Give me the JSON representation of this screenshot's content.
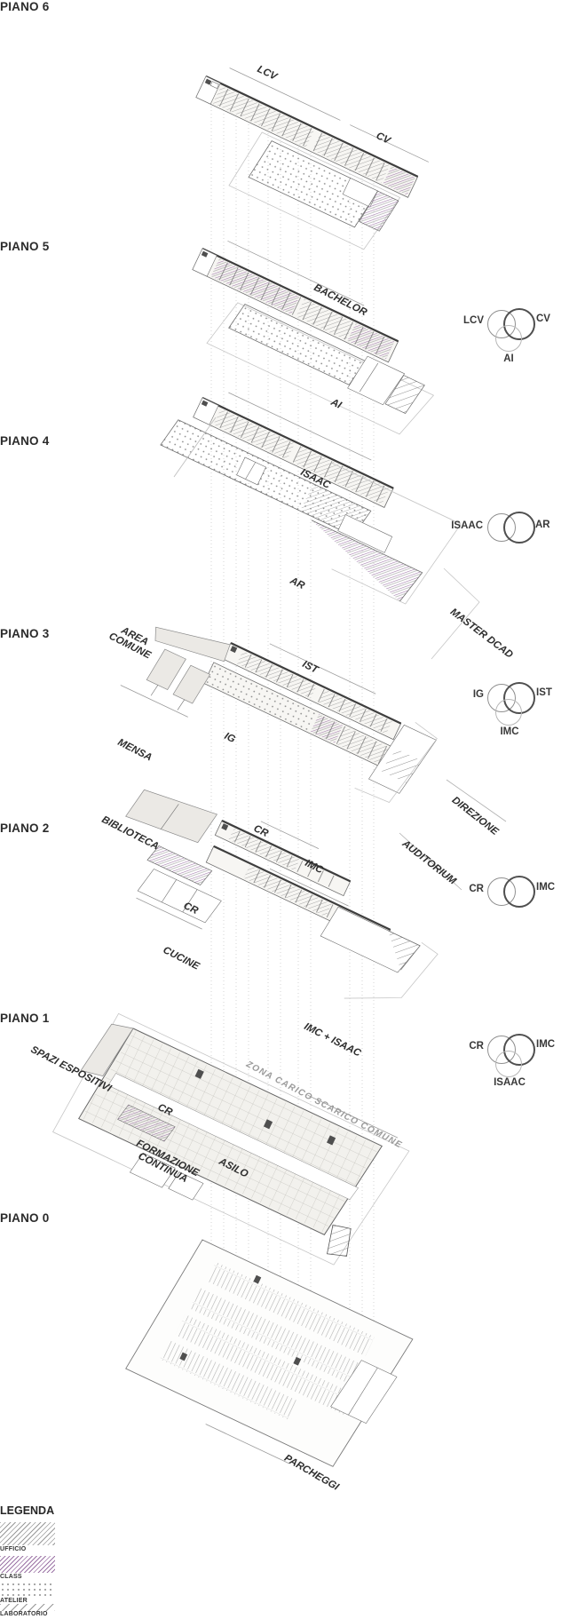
{
  "floors": [
    {
      "id": "piano6",
      "label": "PIANO 6"
    },
    {
      "id": "piano5",
      "label": "PIANO 5"
    },
    {
      "id": "piano4",
      "label": "PIANO 4"
    },
    {
      "id": "piano3",
      "label": "PIANO 3"
    },
    {
      "id": "piano2",
      "label": "PIANO 2"
    },
    {
      "id": "piano1",
      "label": "PIANO 1"
    },
    {
      "id": "piano0",
      "label": "PIANO 0"
    }
  ],
  "annotations": {
    "lcv": "LCV",
    "cv": "CV",
    "bachelor": "BACHELOR",
    "ai": "AI",
    "isaac": "ISAAC",
    "ar": "AR",
    "master_dcad": "MASTER DCAD",
    "area_comune": "AREA COMUNE",
    "ist": "IST",
    "ig": "IG",
    "mensa": "MENSA",
    "direzione": "DIREZIONE",
    "biblioteca": "BIBLIOTECA",
    "cr": "CR",
    "imc": "IMC",
    "cr_2": "CR",
    "cucine": "CUCINE",
    "auditorium": "AUDITORIUM",
    "spazi_espositivi": "SPAZI ESPOSITIVI",
    "imc_isaac": "IMC + ISAAC",
    "zona_carico": "ZONA CARICO SCARICO COMUNE",
    "cr_3": "CR",
    "formazione_continua": "FORMAZIONE CONTINUA",
    "asilo": "ASILO",
    "parcheggi": "PARCHEGGI"
  },
  "venns": [
    {
      "left": "LCV",
      "right": "CV",
      "bottom": "AI"
    },
    {
      "left": "ISAAC",
      "right": "AR"
    },
    {
      "left": "IG",
      "right": "IST",
      "bottom": "IMC"
    },
    {
      "left": "CR",
      "right": "IMC"
    },
    {
      "left": "CR",
      "right": "IMC",
      "bottom": "ISAAC"
    }
  ],
  "legend": {
    "title": "LEGENDA",
    "items": [
      {
        "label": "UFFICIO"
      },
      {
        "label": "CLASS"
      },
      {
        "label": "ATELIER"
      },
      {
        "label": "LABORATORIO"
      }
    ]
  },
  "colors": {
    "class_hatch": "#9c74a6",
    "plan_line": "#6f6f6f",
    "site_line": "#c6c6c6",
    "text": "#262626",
    "muted_text": "#9a9a9a"
  }
}
